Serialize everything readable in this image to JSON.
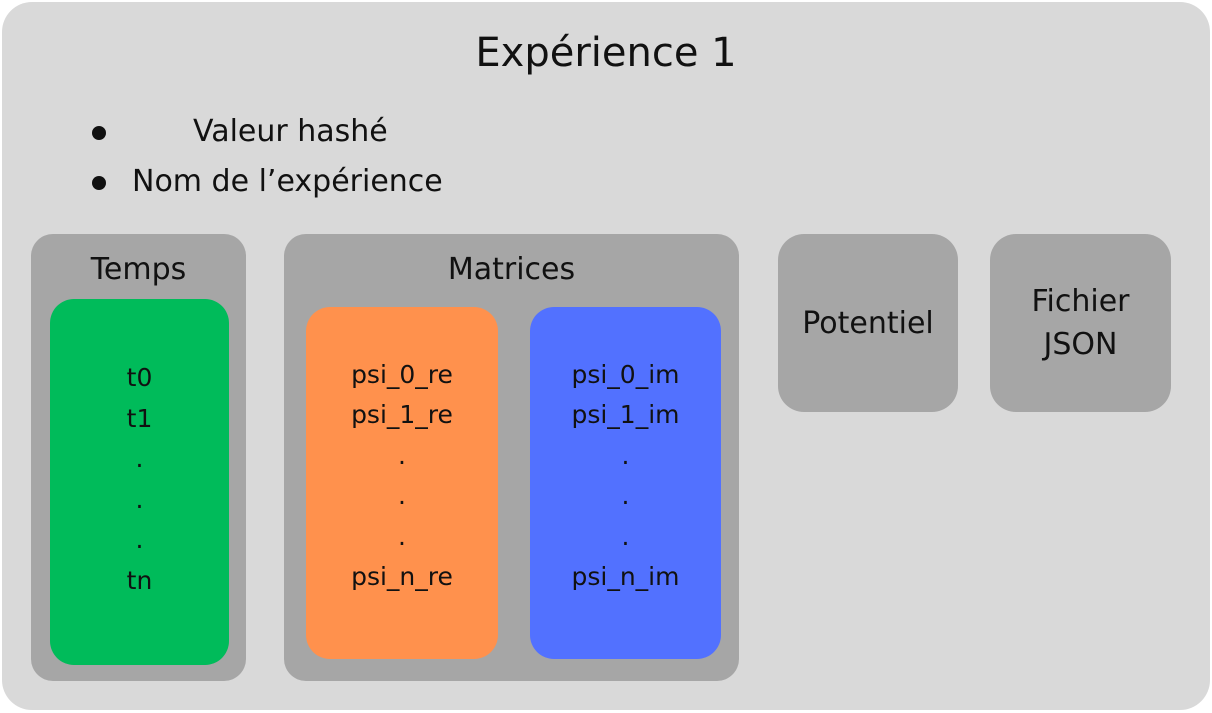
{
  "colors": {
    "outer": "#d9d9d9",
    "group": "#a6a6a6",
    "temps_inner": "#00bb5a",
    "real_inner": "#ff914d",
    "imag_inner": "#5271ff"
  },
  "title": "Expérience 1",
  "bullets": [
    "Valeur hashé",
    "Nom de l’expérience"
  ],
  "temps": {
    "label": "Temps",
    "items": [
      "t0",
      "t1",
      ".",
      ".",
      ".",
      "tn"
    ]
  },
  "matrices": {
    "label": "Matrices",
    "real": [
      "psi_0_re",
      "psi_1_re",
      ".",
      ".",
      ".",
      "psi_n_re"
    ],
    "imag": [
      "psi_0_im",
      "psi_1_im",
      ".",
      ".",
      ".",
      "psi_n_im"
    ]
  },
  "potentiel": {
    "lines": [
      "Potentiel"
    ]
  },
  "json": {
    "lines": [
      "Fichier",
      "JSON"
    ]
  }
}
